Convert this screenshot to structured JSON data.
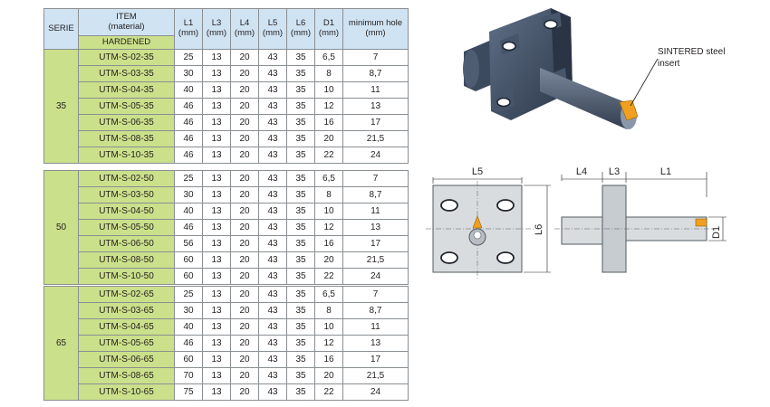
{
  "table": {
    "headers": {
      "serie": "SERIE",
      "item": "ITEM",
      "item_sub": "(material)",
      "hardened": "HARDENED",
      "L1": "L1",
      "L3": "L3",
      "L4": "L4",
      "L5": "L5",
      "L6": "L6",
      "D1": "D1",
      "unit": "(mm)",
      "min_hole": "minimum hole",
      "min_hole_unit": "(mm)"
    },
    "groups": [
      {
        "serie": "35",
        "rows": [
          [
            "UTM-S-02-35",
            "25",
            "13",
            "20",
            "43",
            "35",
            "6,5",
            "7"
          ],
          [
            "UTM-S-03-35",
            "30",
            "13",
            "20",
            "43",
            "35",
            "8",
            "8,7"
          ],
          [
            "UTM-S-04-35",
            "40",
            "13",
            "20",
            "43",
            "35",
            "10",
            "11"
          ],
          [
            "UTM-S-05-35",
            "46",
            "13",
            "20",
            "43",
            "35",
            "12",
            "13"
          ],
          [
            "UTM-S-06-35",
            "46",
            "13",
            "20",
            "43",
            "35",
            "16",
            "17"
          ],
          [
            "UTM-S-08-35",
            "46",
            "13",
            "20",
            "43",
            "35",
            "20",
            "21,5"
          ],
          [
            "UTM-S-10-35",
            "46",
            "13",
            "20",
            "43",
            "35",
            "22",
            "24"
          ]
        ]
      },
      {
        "serie": "50",
        "rows": [
          [
            "UTM-S-02-50",
            "25",
            "13",
            "20",
            "43",
            "35",
            "6,5",
            "7"
          ],
          [
            "UTM-S-03-50",
            "30",
            "13",
            "20",
            "43",
            "35",
            "8",
            "8,7"
          ],
          [
            "UTM-S-04-50",
            "40",
            "13",
            "20",
            "43",
            "35",
            "10",
            "11"
          ],
          [
            "UTM-S-05-50",
            "46",
            "13",
            "20",
            "43",
            "35",
            "12",
            "13"
          ],
          [
            "UTM-S-06-50",
            "56",
            "13",
            "20",
            "43",
            "35",
            "16",
            "17"
          ],
          [
            "UTM-S-08-50",
            "60",
            "13",
            "20",
            "43",
            "35",
            "20",
            "21,5"
          ],
          [
            "UTM-S-10-50",
            "60",
            "13",
            "20",
            "43",
            "35",
            "22",
            "24"
          ]
        ]
      },
      {
        "serie": "65",
        "rows": [
          [
            "UTM-S-02-65",
            "25",
            "13",
            "20",
            "43",
            "35",
            "6,5",
            "7"
          ],
          [
            "UTM-S-03-65",
            "30",
            "13",
            "20",
            "43",
            "35",
            "8",
            "8,7"
          ],
          [
            "UTM-S-04-65",
            "40",
            "13",
            "20",
            "43",
            "35",
            "10",
            "11"
          ],
          [
            "UTM-S-05-65",
            "46",
            "13",
            "20",
            "43",
            "35",
            "12",
            "13"
          ],
          [
            "UTM-S-06-65",
            "60",
            "13",
            "20",
            "43",
            "35",
            "16",
            "17"
          ],
          [
            "UTM-S-08-65",
            "70",
            "13",
            "20",
            "43",
            "35",
            "20",
            "21,5"
          ],
          [
            "UTM-S-10-65",
            "75",
            "13",
            "20",
            "43",
            "35",
            "22",
            "24"
          ]
        ]
      }
    ]
  },
  "photo": {
    "callout_line1": "SINTERED steel",
    "callout_line2": "insert"
  },
  "drawing": {
    "L5": "L5",
    "L6": "L6",
    "L4": "L4",
    "L3": "L3",
    "L1": "L1",
    "D1": "D1"
  },
  "colors": {
    "header_blue": "#cfe3f3",
    "green": "#cbe08a",
    "insert_orange": "#f0a020",
    "body_steel": "#3c4a5e"
  }
}
